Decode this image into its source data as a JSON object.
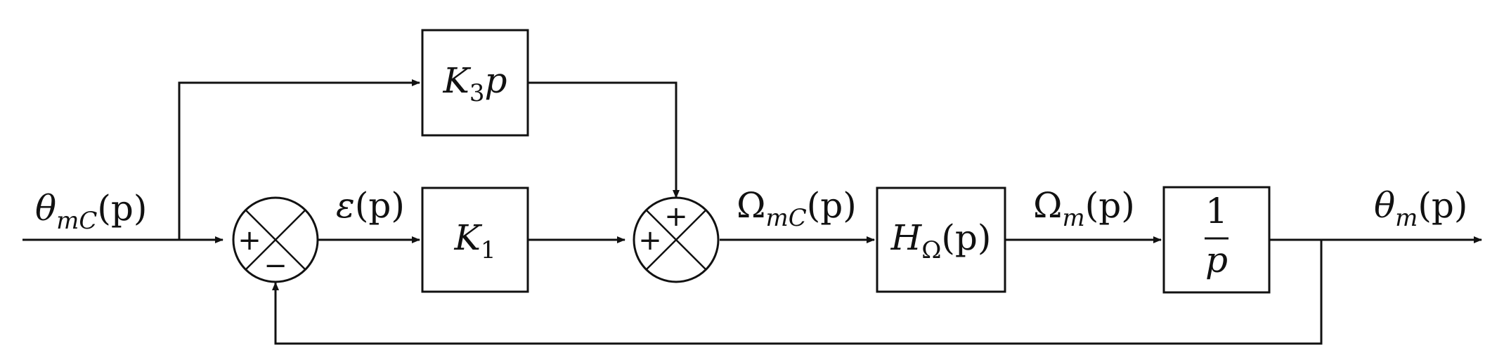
{
  "signals": {
    "input": {
      "base": "θ",
      "sub": "mC",
      "arg": "(p)"
    },
    "error": {
      "base": "ε",
      "arg": "(p)"
    },
    "speed_command": {
      "base": "Ω",
      "sub": "mC",
      "arg": "(p)"
    },
    "speed": {
      "base": "Ω",
      "sub": "m",
      "arg": "(p)"
    },
    "output": {
      "base": "θ",
      "sub": "m",
      "arg": "(p)"
    }
  },
  "blocks": {
    "k3p": {
      "base": "K",
      "sub": "3",
      "tail": "p"
    },
    "k1": {
      "base": "K",
      "sub": "1"
    },
    "h_omega": {
      "base": "H",
      "sub": "Ω",
      "arg": "(p)"
    },
    "integrator": {
      "numerator": "1",
      "denominator": "p"
    }
  },
  "summing_points": {
    "sum1": {
      "left_sign": "+",
      "bottom_sign": "−"
    },
    "sum2": {
      "top_sign": "+",
      "left_sign": "+"
    }
  }
}
